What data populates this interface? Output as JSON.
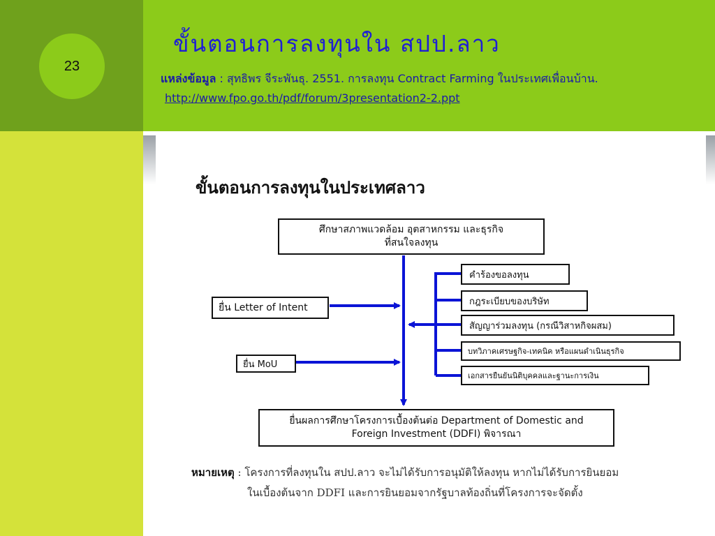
{
  "slide": {
    "number": "23",
    "title": "ขั้นตอนการลงทุนใน สปป.ลาว",
    "source_label": "แหล่งข้อมูล",
    "source_text": " : สุทธิพร  จีระพันธุ. 2551. การลงทุน Contract Farming ในประเทศเพื่อนบ้าน.",
    "source_url": "http://www.fpo.go.th/pdf/forum/3presentation2-2.ppt"
  },
  "diagram": {
    "heading": "ขั้นตอนการลงทุนในประเทศลาว",
    "top_box": [
      "ศึกษาสภาพแวดล้อม อุตสาหกรรม และธุรกิจ",
      "ที่สนใจลงทุน"
    ],
    "letter_of_intent": "ยื่น Letter of Intent",
    "mou": "ยื่น MoU",
    "documents": [
      "คำร้องขอลงทุน",
      "กฎระเบียบของบริษัท",
      "สัญญาร่วมลงทุน (กรณีวิสาหกิจผสม)",
      "บทวิภาคเศรษฐกิจ-เทคนิค หรือแผนดำเนินธุรกิจ",
      "เอกสารยืนยันนิติบุคคลและฐานะการเงิน"
    ],
    "bottom_box": [
      "ยื่นผลการศึกษาโครงการเบื้องต้นต่อ Department of Domestic and",
      "Foreign Investment (DDFI)  พิจารณา"
    ]
  },
  "note": {
    "label": "หมายเหตุ",
    "line1": " : โครงการที่ลงทุนใน สปป.ลาว จะไม่ได้รับการอนุมัติให้ลงทุน หากไม่ได้รับการยินยอม",
    "line2": "ในเบื้องต้นจาก DDFI และการยินยอมจากรัฐบาลท้องถิ่นที่โครงการจะจัดตั้ง"
  },
  "colors": {
    "header": "#8ccb1a",
    "sidebar": "#d4e23a",
    "title": "#1f1fd4",
    "arrow": "#0b14d6"
  }
}
